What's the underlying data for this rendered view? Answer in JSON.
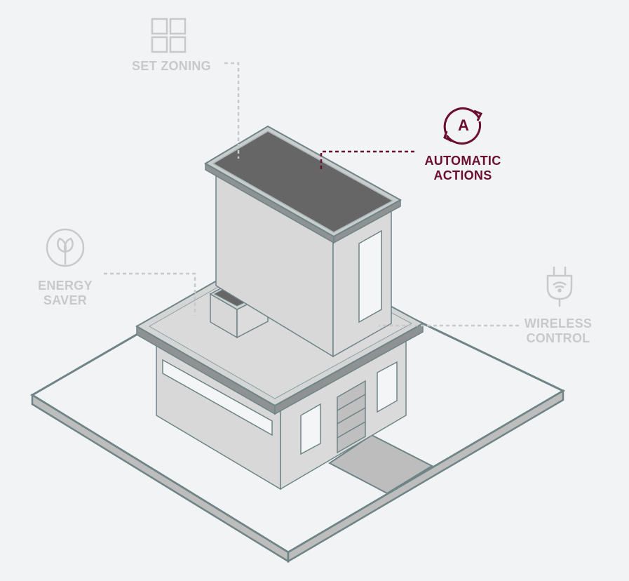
{
  "features": [
    {
      "id": "set-zoning",
      "lines": [
        "SET ZONING"
      ],
      "icon": "grid-icon",
      "active": false
    },
    {
      "id": "automatic-actions",
      "lines": [
        "AUTOMATIC",
        "ACTIONS"
      ],
      "icon": "auto-cycle-icon",
      "active": true
    },
    {
      "id": "energy-saver",
      "lines": [
        "ENERGY",
        "SAVER"
      ],
      "icon": "leaf-icon",
      "active": false
    },
    {
      "id": "wireless-control",
      "lines": [
        "WIRELESS",
        "CONTROL"
      ],
      "icon": "plug-wifi-icon",
      "active": false
    }
  ],
  "icon_glyphs": {
    "automatic_actions": "A"
  },
  "colors": {
    "active": "#6b0f2e",
    "inactive": "#c8c9cb",
    "outline": "#6e8486",
    "wall": "#d8d8d8",
    "roof": "#666666",
    "background": "#f2f3f5"
  }
}
